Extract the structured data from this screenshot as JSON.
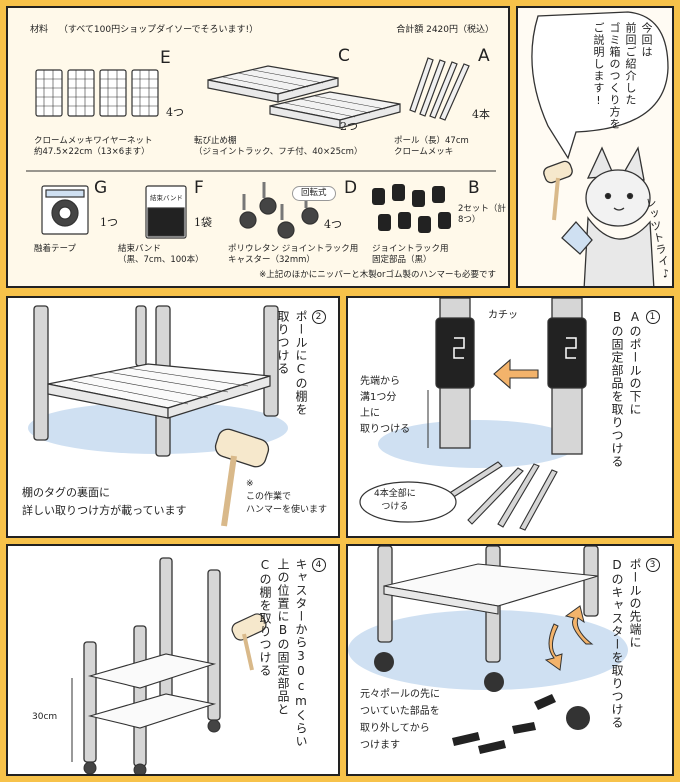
{
  "materials": {
    "header_label": "材料",
    "header_note": "（すべて100円ショップダイソーでそろいます!）",
    "total_label": "合計額",
    "total_value": "2420円（税込）",
    "footnote": "※上記のほかにニッパーと木製orゴム製のハンマーも必要です",
    "items": [
      {
        "letter": "E",
        "count": "4つ",
        "name": "クロームメッキワイヤーネット",
        "detail": "約47.5×22cm（13×6ます）"
      },
      {
        "letter": "C",
        "count": "2つ",
        "name": "転び止め棚",
        "detail": "（ジョイントラック、フチ付、40×25cm）"
      },
      {
        "letter": "A",
        "count": "4本",
        "name": "ポール（長）47cm",
        "detail": "クロームメッキ"
      },
      {
        "letter": "G",
        "count": "1つ",
        "name": "融着テープ",
        "detail": ""
      },
      {
        "letter": "F",
        "count": "1袋",
        "name": "結束バンド",
        "detail": "（黒、7cm、100本）",
        "package_label": "結束バンド"
      },
      {
        "letter": "D",
        "count": "4つ",
        "name": "ポリウレタン ジョイントラック用",
        "detail": "キャスター（32mm）",
        "badge": "回転式"
      },
      {
        "letter": "B",
        "count": "2セット（計8つ）",
        "name": "ジョイントラック用",
        "detail": "固定部品（黒）"
      }
    ]
  },
  "intro": {
    "speech": [
      "今回は",
      "前回ご紹介した",
      "ゴミ箱のつくり方を",
      "ご説明します!"
    ],
    "shout": "レッツトライ♪"
  },
  "steps": {
    "step1": {
      "number": "1",
      "title": [
        "Aのポールの下に",
        "Bの固定部品を取りつける"
      ],
      "sfx": "カチッ",
      "note": [
        "先端から",
        "溝1つ分",
        "上に",
        "取りつける"
      ],
      "bubble": [
        "4本全部に",
        "つける"
      ]
    },
    "step2": {
      "number": "2",
      "title": [
        "ポールにCの棚を",
        "取りつける"
      ],
      "caption": [
        "棚のタグの裏面に",
        "詳しい取りつけ方が載っています"
      ],
      "note": [
        "※",
        "この作業で",
        "ハンマーを使います"
      ]
    },
    "step3": {
      "number": "3",
      "title": [
        "ポールの先端に",
        "Dのキャスターを取りつける"
      ],
      "note": [
        "元々ポールの先に",
        "ついていた部品を",
        "取り外してから",
        "つけます"
      ]
    },
    "step4": {
      "number": "4",
      "title": [
        "キャスターから30cmくらい",
        "上の位置にBの固定部品と",
        "Cの棚を取りつける"
      ],
      "measure": "30cm"
    }
  },
  "colors": {
    "background": "#f7c24a",
    "cream": "#fff9ea",
    "floor_blue": "#cfe0f2",
    "arrow_orange": "#f3b36b",
    "pole_gray": "#b8b8b8"
  }
}
